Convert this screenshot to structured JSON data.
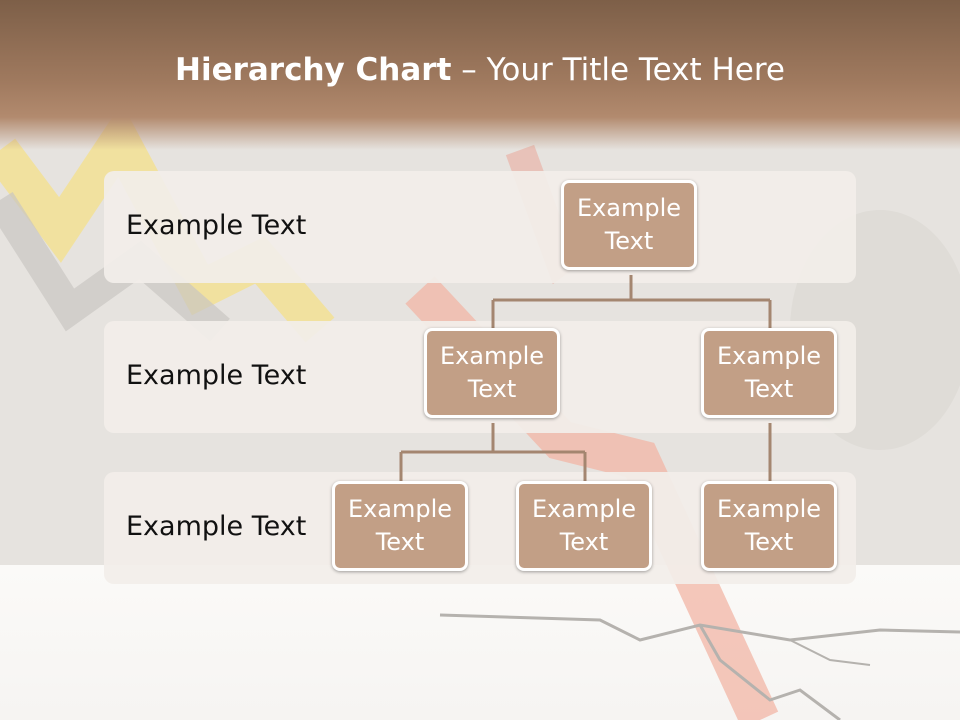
{
  "slide": {
    "title_bold": "Hierarchy Chart",
    "title_rest": " – Your Title Text Here"
  },
  "rows": [
    {
      "label": "Example Text"
    },
    {
      "label": "Example Text"
    },
    {
      "label": "Example Text"
    }
  ],
  "nodes": {
    "root": "Example Text",
    "level2_left": "Example Text",
    "level2_right": "Example Text",
    "level3_a": "Example Text",
    "level3_b": "Example Text",
    "level3_c": "Example Text"
  },
  "colors": {
    "title_bar": "#8b6b53",
    "node_fill": "#c29f86",
    "connector": "#a48670"
  }
}
